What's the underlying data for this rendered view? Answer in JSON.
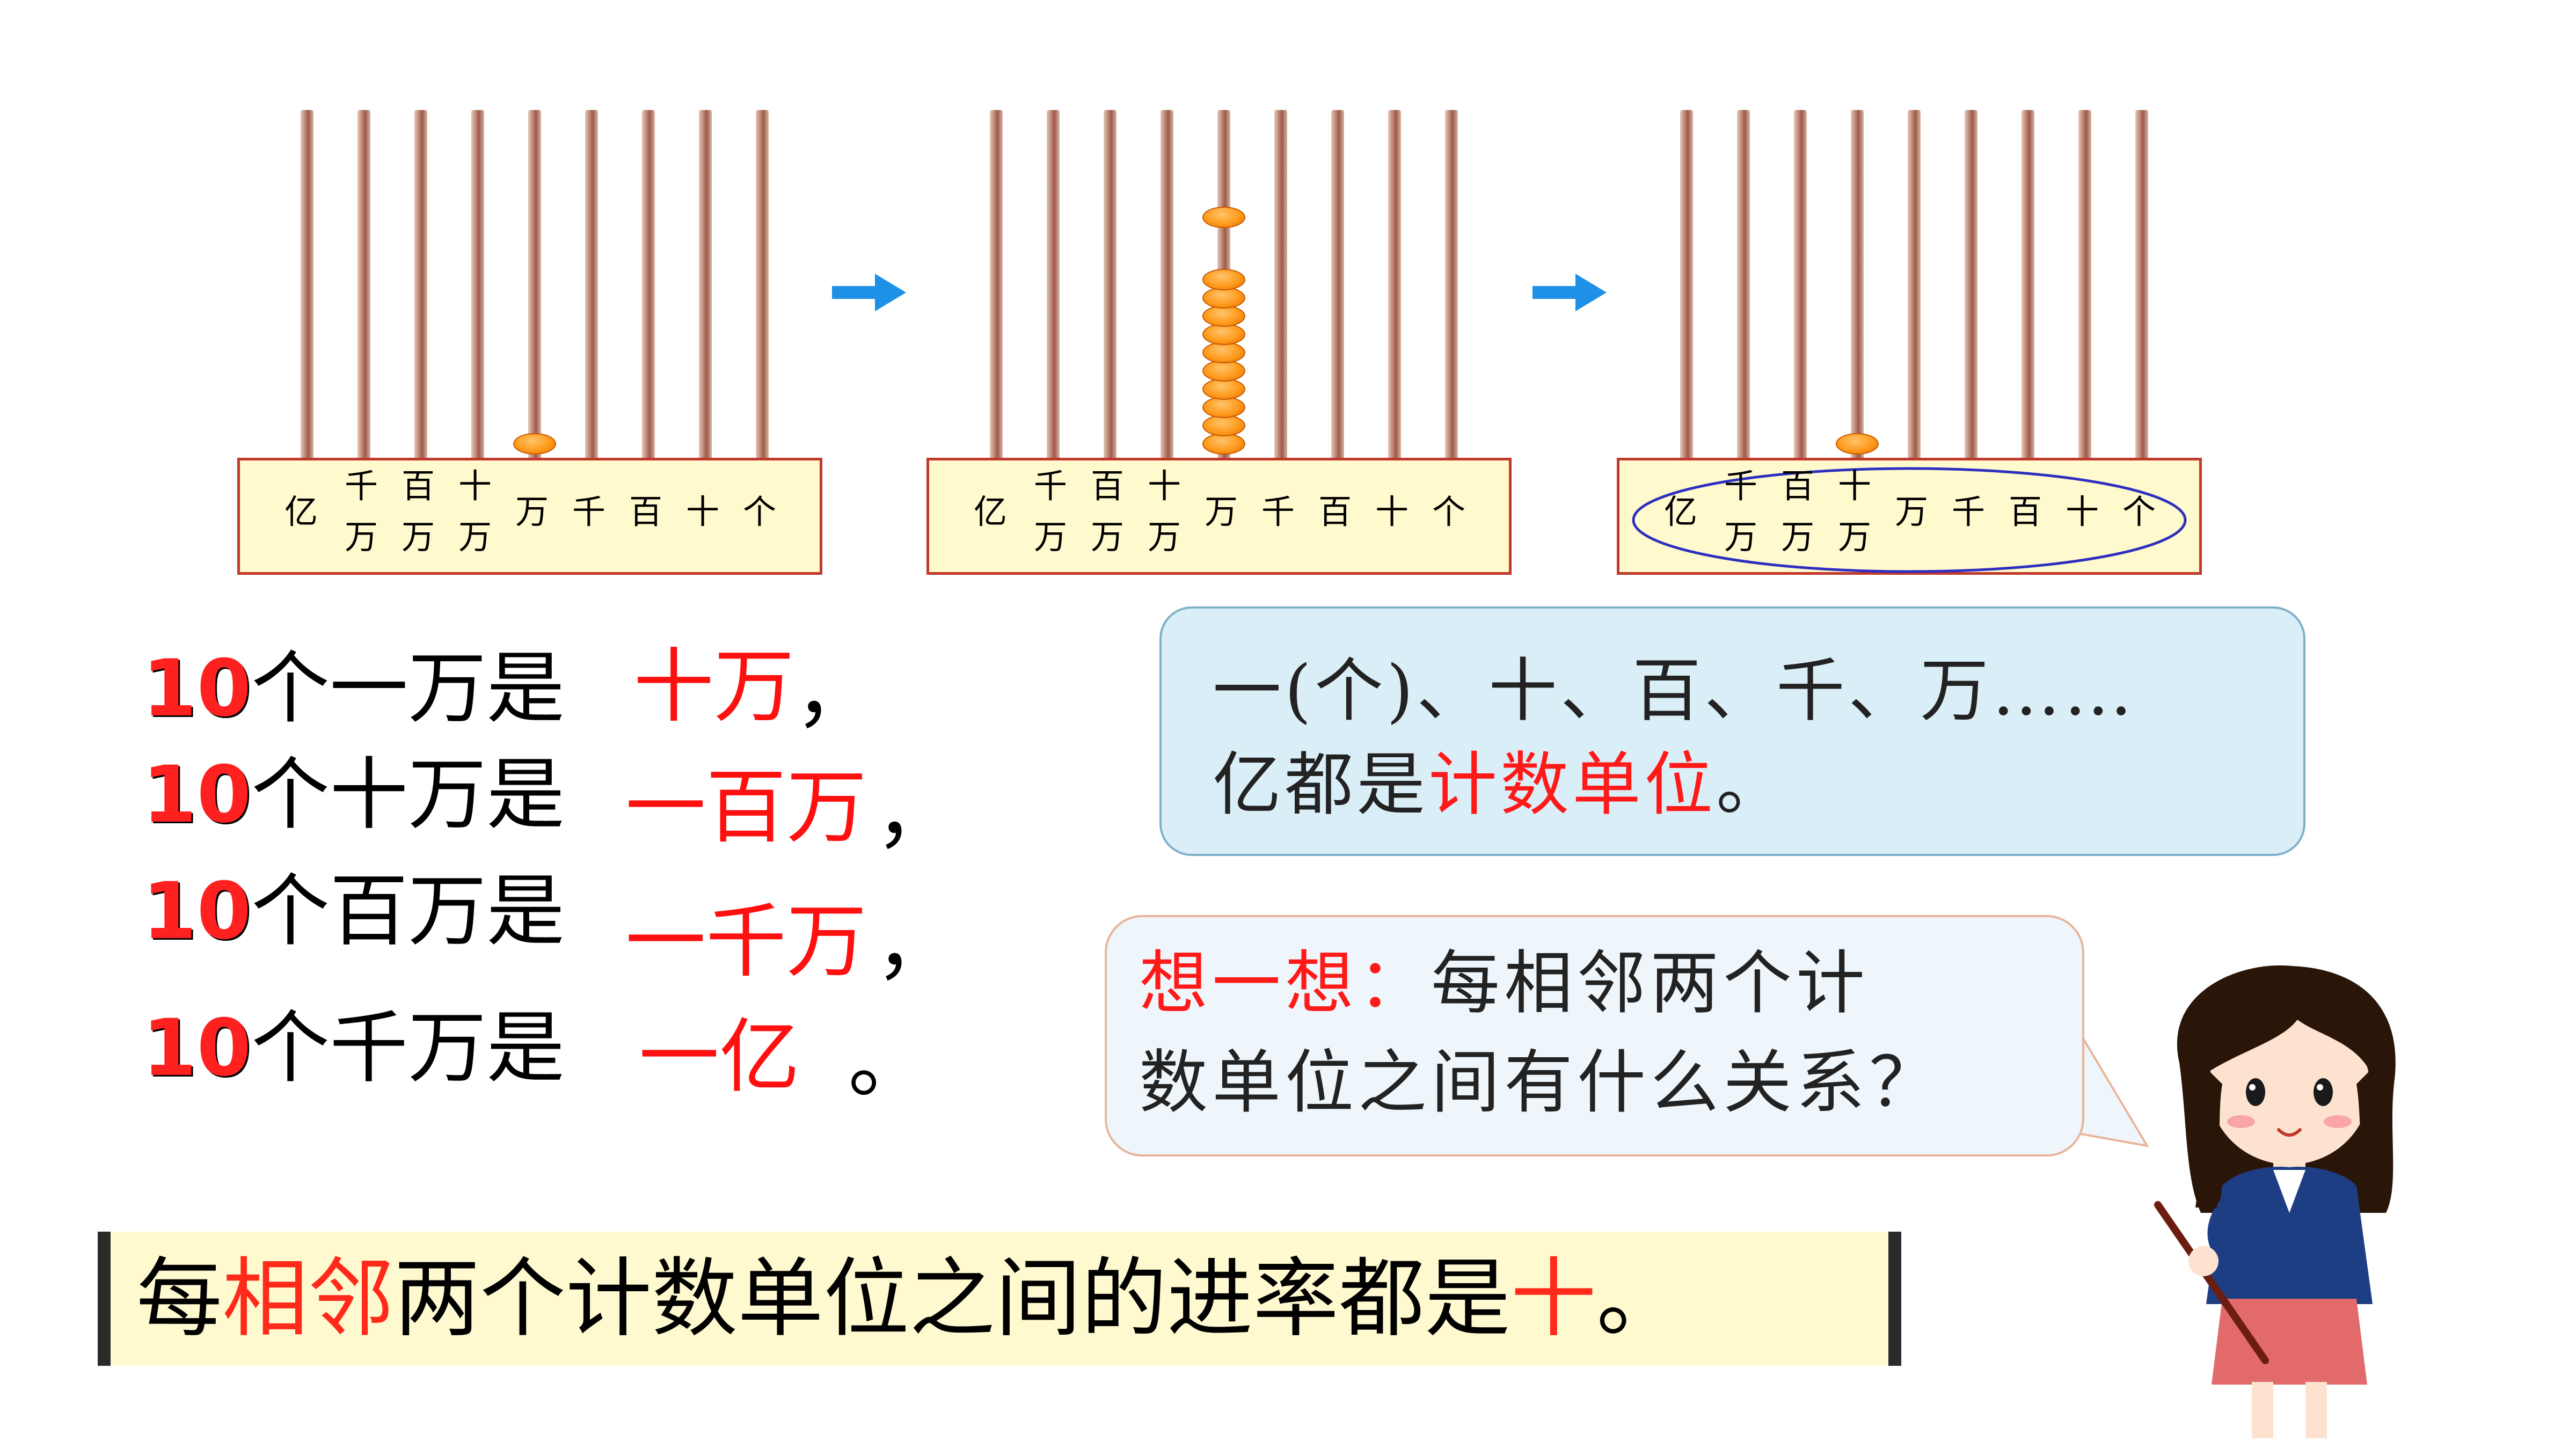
{
  "abacus": {
    "place_labels": [
      "亿",
      "千",
      "万",
      "百",
      "万",
      "十",
      "万",
      "万",
      "千",
      "百",
      "十",
      "个"
    ]
  },
  "statements": [
    {
      "num": "10",
      "text": "个一万是",
      "answer": "十万",
      "punct": "，"
    },
    {
      "num": "10",
      "text": "个十万是",
      "answer": "一百万",
      "punct": "，"
    },
    {
      "num": "10",
      "text": "个百万是",
      "answer": "一千万",
      "punct": "，"
    },
    {
      "num": "10",
      "text": "个千万是",
      "answer": "一亿",
      "punct": "。"
    }
  ],
  "bubble_units": {
    "line1": "一(个)、十、百、千、万……",
    "line2_prefix": "亿都是",
    "line2_highlight": "计数单位",
    "line2_suffix": "。"
  },
  "bubble_think": {
    "label": "想一想：",
    "line1_rest": "每相邻两个计",
    "line2": "数单位之间有什么关系？"
  },
  "conclusion": {
    "part1": "每",
    "highlight1": "相邻",
    "part2": "两个计数单位之间的进率都是",
    "highlight2": "十",
    "part3": "。"
  },
  "colors": {
    "accent_red": "#ff1a1a",
    "arrow_blue": "#1e90e6",
    "bead_orange": "#ff9a1c",
    "bubble_blue": "#daeef8",
    "base_yellow": "#fffacd"
  }
}
